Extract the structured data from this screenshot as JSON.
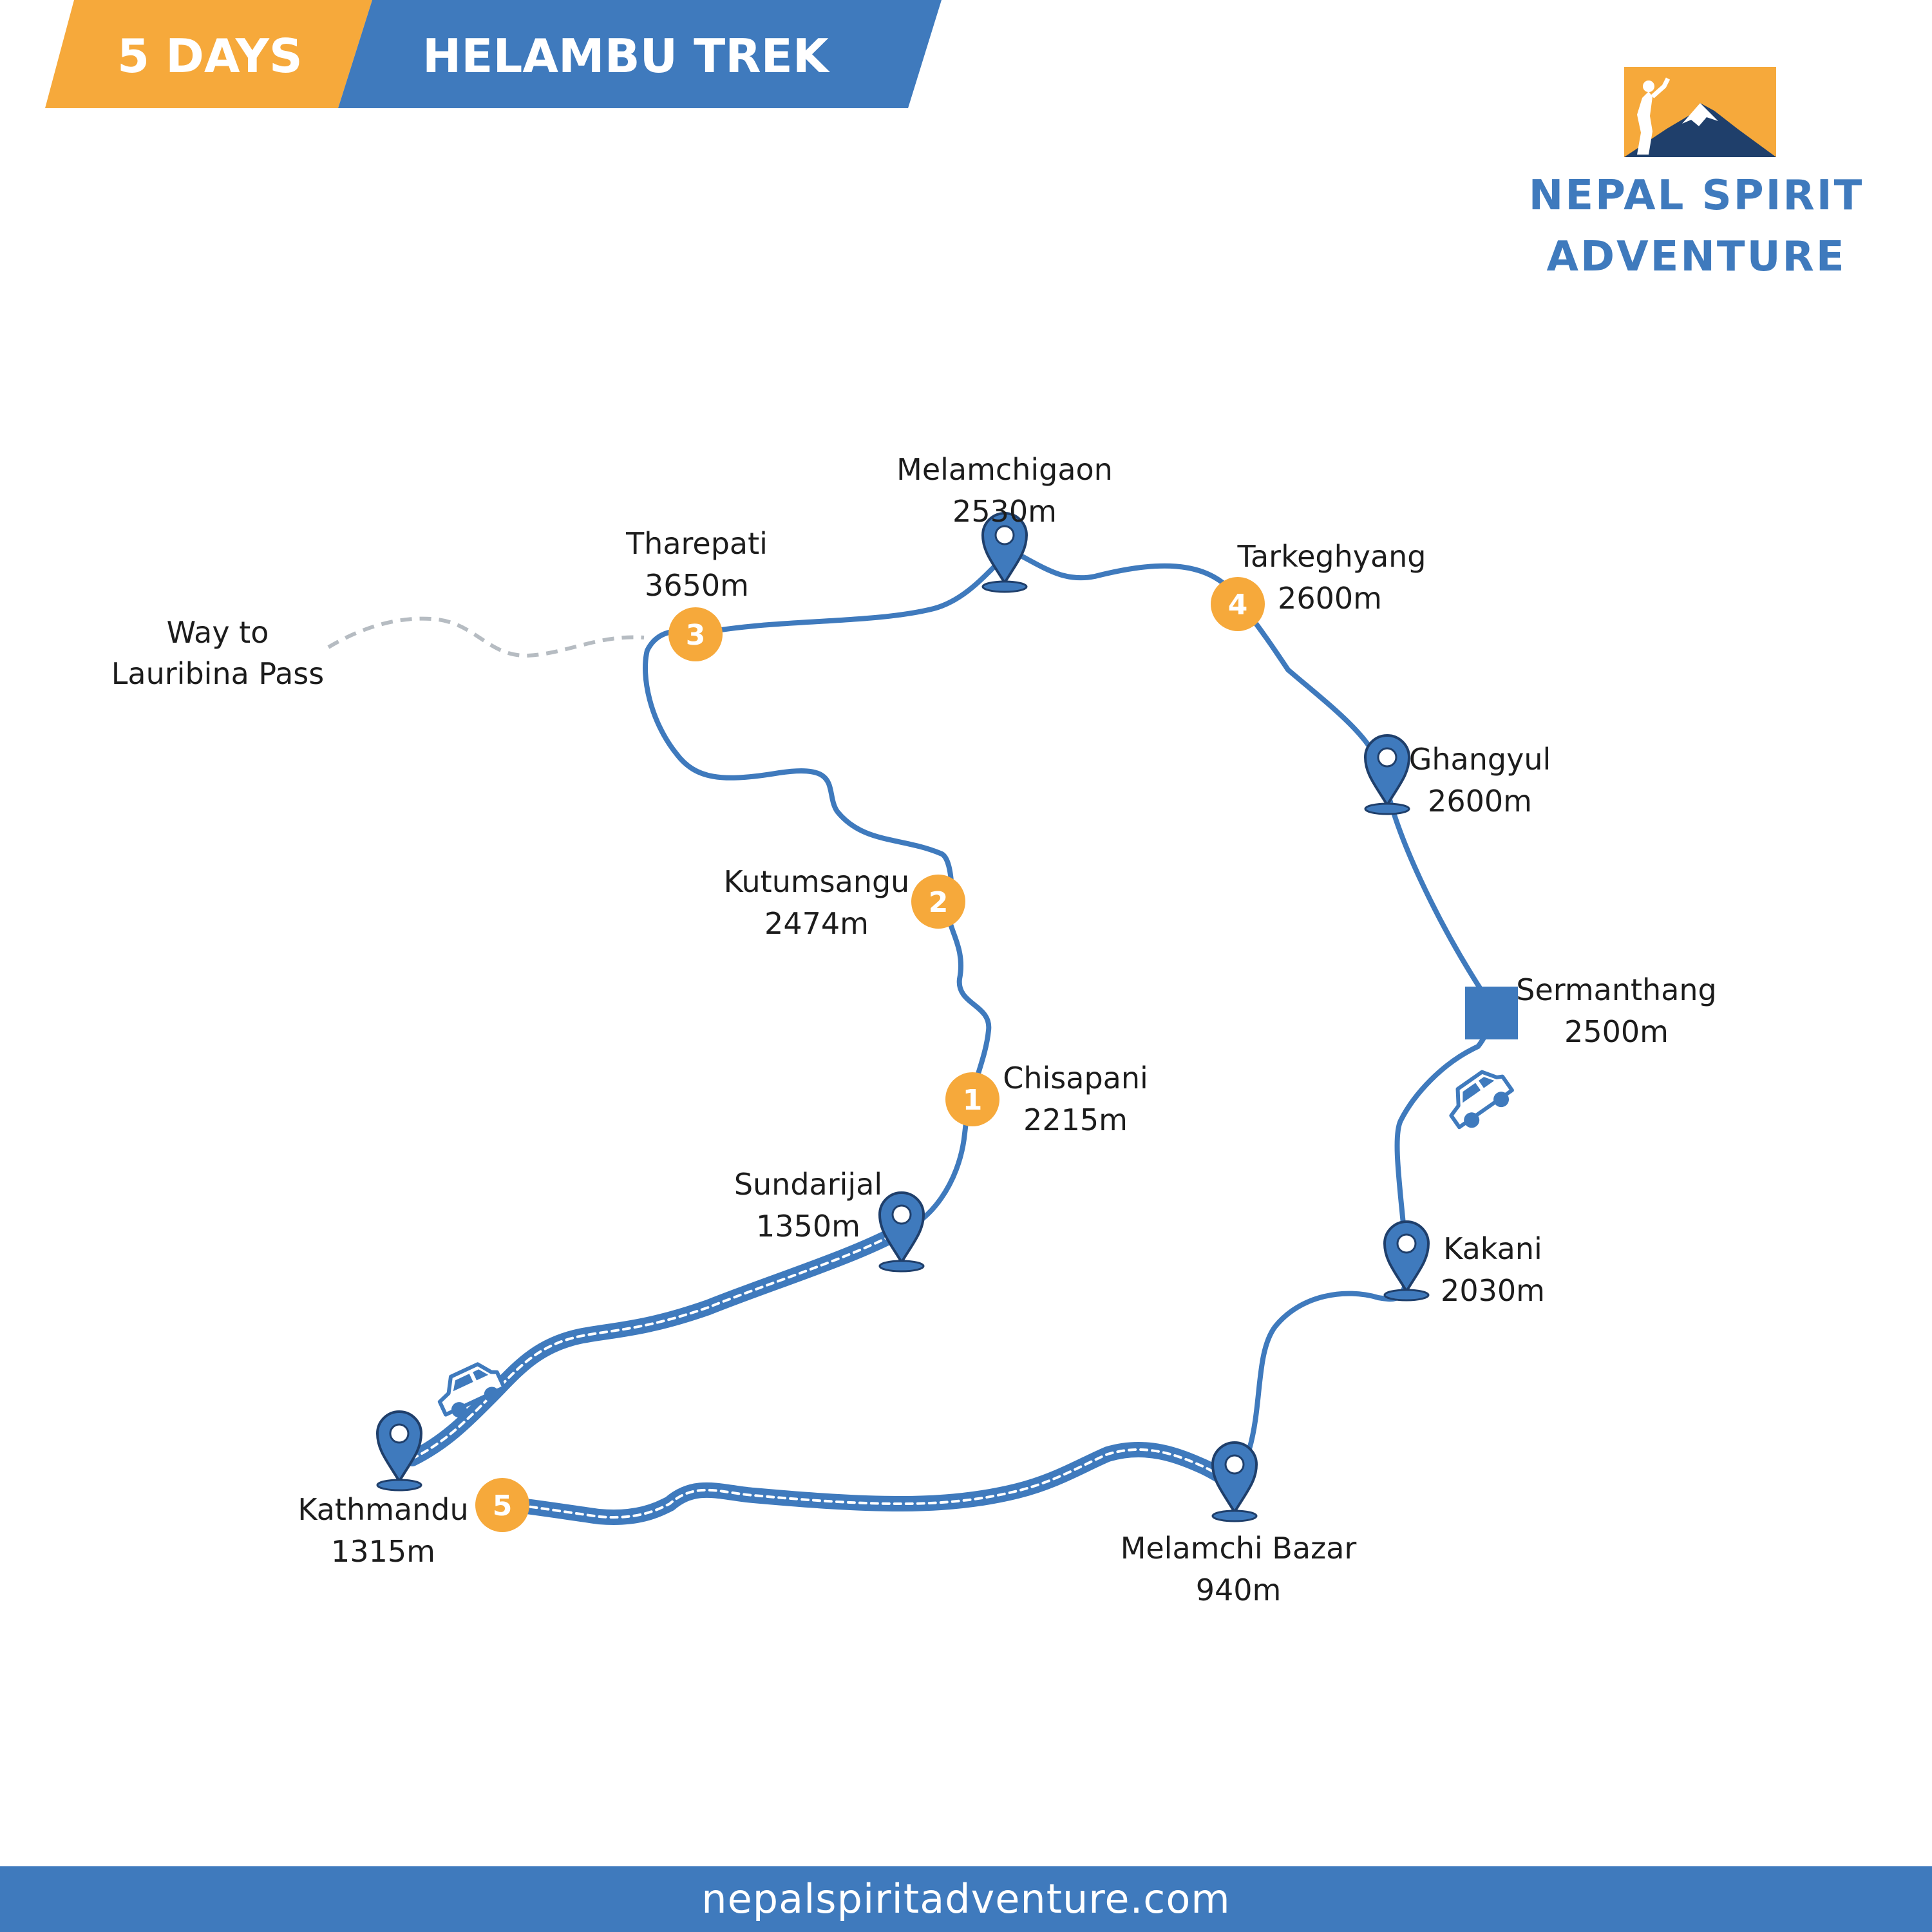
{
  "header": {
    "days_label": "5 DAYS",
    "trek_title": "HELAMBU TREK"
  },
  "brand": {
    "line1": "NEPAL SPIRIT",
    "line2": "ADVENTURE"
  },
  "side_route": {
    "line1": "Way to",
    "line2": "Lauribina Pass"
  },
  "stops": [
    {
      "name": "Melamchigaon",
      "altitude": "2530m",
      "marker": "pin"
    },
    {
      "name": "Tharepati",
      "altitude": "3650m",
      "marker": "day",
      "day": "3"
    },
    {
      "name": "Tarkeghyang",
      "altitude": "2600m",
      "marker": "day",
      "day": "4"
    },
    {
      "name": "Ghangyul",
      "altitude": "2600m",
      "marker": "pin"
    },
    {
      "name": "Kutumsangu",
      "altitude": "2474m",
      "marker": "day",
      "day": "2"
    },
    {
      "name": "Sermanthang",
      "altitude": "2500m",
      "marker": "square"
    },
    {
      "name": "Chisapani",
      "altitude": "2215m",
      "marker": "day",
      "day": "1"
    },
    {
      "name": "Sundarijal",
      "altitude": "1350m",
      "marker": "pin"
    },
    {
      "name": "Kakani",
      "altitude": "2030m",
      "marker": "pin"
    },
    {
      "name": "Kathmandu",
      "altitude": "1315m",
      "marker": "pin",
      "day": "5"
    },
    {
      "name": "Melamchi Bazar",
      "altitude": "940m",
      "marker": "pin"
    }
  ],
  "footer": {
    "website": "nepalspiritadventure.com"
  },
  "colors": {
    "route": "#3f7abd",
    "accent_orange": "#f6a93b",
    "brand_blue": "#3f7abd",
    "footer_bg": "#3f7abd"
  },
  "icons": [
    "location-pin-icon",
    "car-icon",
    "hiker-mountain-logo-icon"
  ]
}
